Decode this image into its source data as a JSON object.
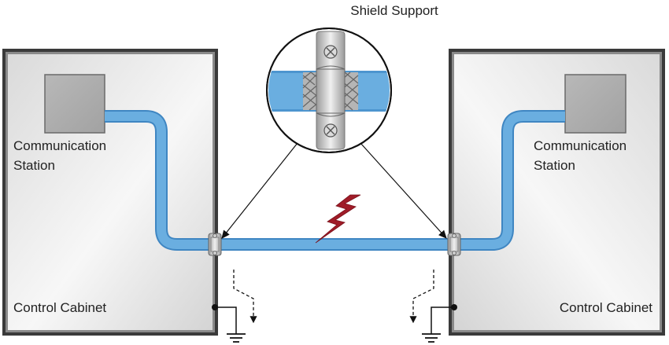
{
  "title": "Shield Support",
  "left_cabinet": {
    "station_label_line1": "Communication",
    "station_label_line2": "Station",
    "cabinet_label": "Control Cabinet"
  },
  "right_cabinet": {
    "station_label_line1": "Communication",
    "station_label_line2": "Station",
    "cabinet_label": "Control Cabinet"
  },
  "colors": {
    "cable": "#6aaee0",
    "lightning": "#a01c28",
    "cabinet_frame": "#555555"
  }
}
